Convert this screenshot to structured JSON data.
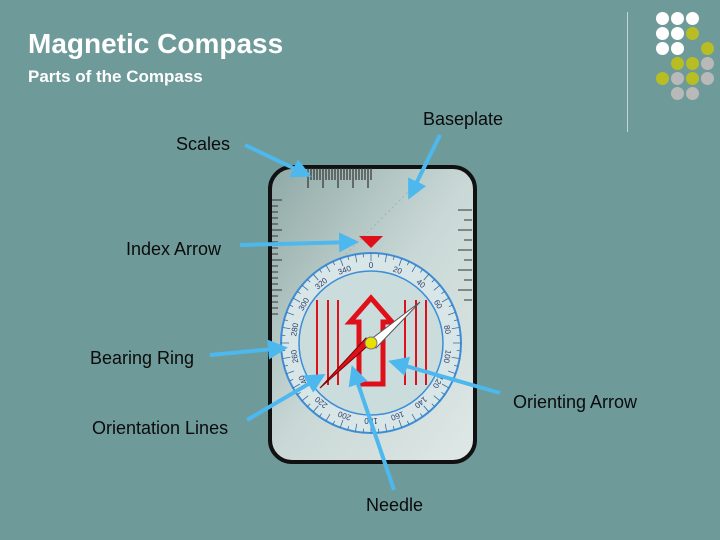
{
  "slide": {
    "title": "Magnetic Compass",
    "subtitle": "Parts of the Compass"
  },
  "labels": {
    "baseplate": "Baseplate",
    "scales": "Scales",
    "index_arrow": "Index Arrow",
    "bearing_ring": "Bearing Ring",
    "orienting_arrow": "Orienting Arrow",
    "orientation_lines": "Orientation Lines",
    "needle": "Needle"
  },
  "bearing_ring_marks": [
    "0",
    "20",
    "40",
    "60",
    "80",
    "100",
    "120",
    "140",
    "160",
    "180",
    "200",
    "220",
    "240",
    "260",
    "280",
    "300",
    "320",
    "340"
  ],
  "colors": {
    "background": "#6e9a9a",
    "text": "#ffffff",
    "arrow": "#4db8ee",
    "red": "#e0101a",
    "dot_gray": "#b9b9b9",
    "dot_olive": "#b7bd22",
    "dot_white": "#ffffff"
  }
}
